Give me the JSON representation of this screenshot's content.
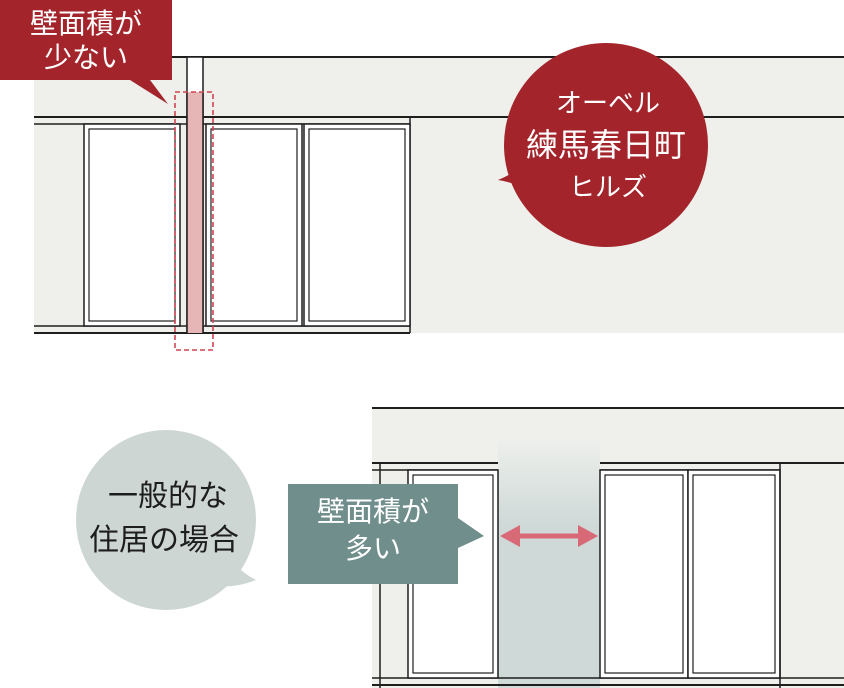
{
  "top_diagram": {
    "callout_label_lines": [
      "壁面積が",
      "少ない"
    ],
    "building_bubble_lines": [
      "オーベル",
      "練馬春日町",
      "ヒルズ"
    ]
  },
  "bottom_diagram": {
    "general_bubble_lines": [
      "一般的な",
      "住居の場合"
    ],
    "callout_label_lines": [
      "壁面積が",
      "多い"
    ]
  },
  "colors": {
    "brand_red": "#a3252b",
    "highlight_pink": "#e6b6b7",
    "dashed_red": "#d04550",
    "wall_gray": "#efefeb",
    "teal_label": "#6f8e8c",
    "bubble_gray": "#cdd6d3",
    "arrow_pink": "#d86a78",
    "wide_wall": "#cfd9d8"
  }
}
